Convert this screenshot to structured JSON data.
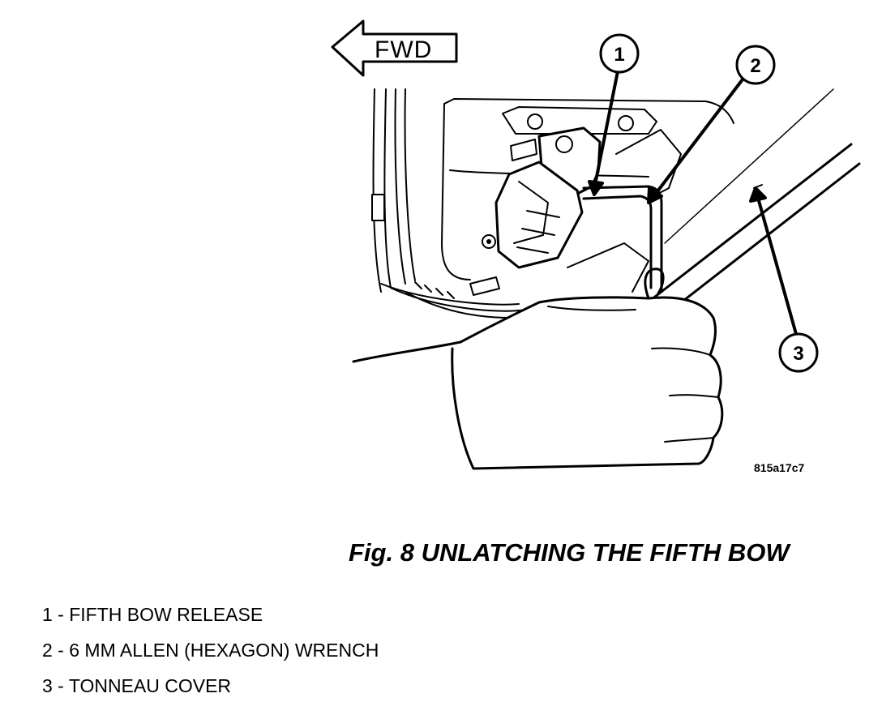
{
  "diagram": {
    "direction_label": "FWD",
    "figure_id": "815a17c7",
    "callouts": [
      "1",
      "2",
      "3"
    ]
  },
  "caption": "Fig. 8 UNLATCHING THE FIFTH BOW",
  "legend": [
    "1 - FIFTH BOW RELEASE",
    "2 - 6 MM ALLEN (HEXAGON) WRENCH",
    "3 - TONNEAU COVER"
  ]
}
